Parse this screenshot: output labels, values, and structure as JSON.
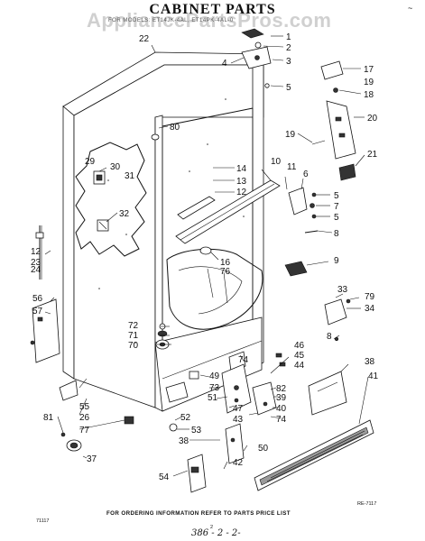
{
  "header": {
    "title": "CABINET PARTS",
    "subtitle": "FOR MODELS: ET14JK-4AL, ET14PK-4AL-0",
    "watermark": "AppliancePartsPros.com",
    "corner_mark": "~"
  },
  "callouts": {
    "c1": "1",
    "c2": "2",
    "c3": "3",
    "c4": "4",
    "c5a": "5",
    "c22": "22",
    "c17": "17",
    "c19a": "19",
    "c18": "18",
    "c20": "20",
    "c19b": "19",
    "c21": "21",
    "c80": "80",
    "c29": "29",
    "c30": "30",
    "c31": "31",
    "c32": "32",
    "c14": "14",
    "c13": "13",
    "c12a": "12",
    "c10": "10",
    "c11": "11",
    "c6": "6",
    "c5b": "5",
    "c7": "7",
    "c5c": "5",
    "c8a": "8",
    "c12b": "12",
    "c23": "23",
    "c24": "24",
    "c16": "16",
    "c76": "76",
    "c9": "9",
    "c56": "56",
    "c57": "57",
    "c33": "33",
    "c79": "79",
    "c34": "34",
    "c72": "72",
    "c71": "71",
    "c70": "70",
    "c8b": "8",
    "c46": "46",
    "c45": "45",
    "c44": "44",
    "c74a": "74",
    "c49": "49",
    "c73": "73",
    "c51": "51",
    "c47": "47",
    "c43": "43",
    "c82": "82",
    "c39": "39",
    "c40": "40",
    "c74b": "74",
    "c38a": "38",
    "c41": "41",
    "c55": "55",
    "c26": "26",
    "c77": "77",
    "c52": "52",
    "c53": "53",
    "c81": "81",
    "c37": "37",
    "c38b": "38",
    "c50": "50",
    "c42": "42",
    "c54": "54"
  },
  "footer": {
    "note": "FOR ORDERING INFORMATION REFER TO PARTS PRICE LIST",
    "code_left": "71117",
    "code_right": "RE-7117",
    "page_number": "2",
    "handwritten": "386 - 2 - 2-"
  }
}
